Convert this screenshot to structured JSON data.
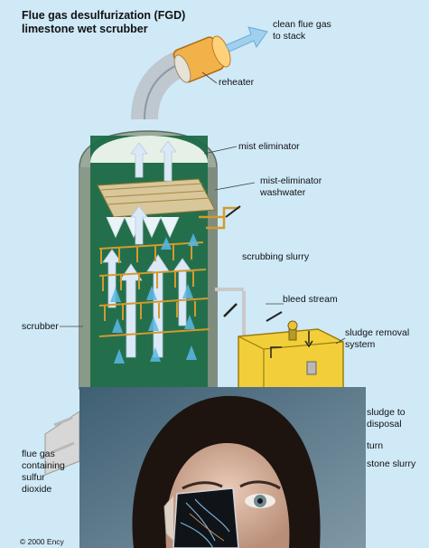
{
  "figure": {
    "title_line1": "Flue gas desulfurization (FGD)",
    "title_line2": "limestone wet scrubber",
    "copyright": "© 2000 Ency"
  },
  "labels": {
    "clean_flue_gas": "clean flue gas\nto stack",
    "reheater": "reheater",
    "mist_eliminator": "mist eliminator",
    "mist_eliminator_washwater": "mist-eliminator\nwashwater",
    "scrubbing_slurry": "scrubbing slurry",
    "bleed_stream": "bleed stream",
    "sludge_removal_system": "sludge removal\nsystem",
    "scrubber": "scrubber",
    "sludge_to_disposal": "sludge to\ndisposal",
    "return_partial": "turn",
    "limestone_slurry_partial": "stone slurry",
    "flue_gas_inlet": "flue gas\ncontaining\nsulfur\ndioxide"
  },
  "overlay_photo": {
    "subject": "portrait-with-mechanical-eye"
  },
  "colors": {
    "background": "#cfe9f7",
    "tower_body": "#9aa99a",
    "packing": "#1d6b47",
    "pipes": "#d49a2c",
    "sludge_tank": "#f2cf3a",
    "spray": "#5cb8e8"
  }
}
